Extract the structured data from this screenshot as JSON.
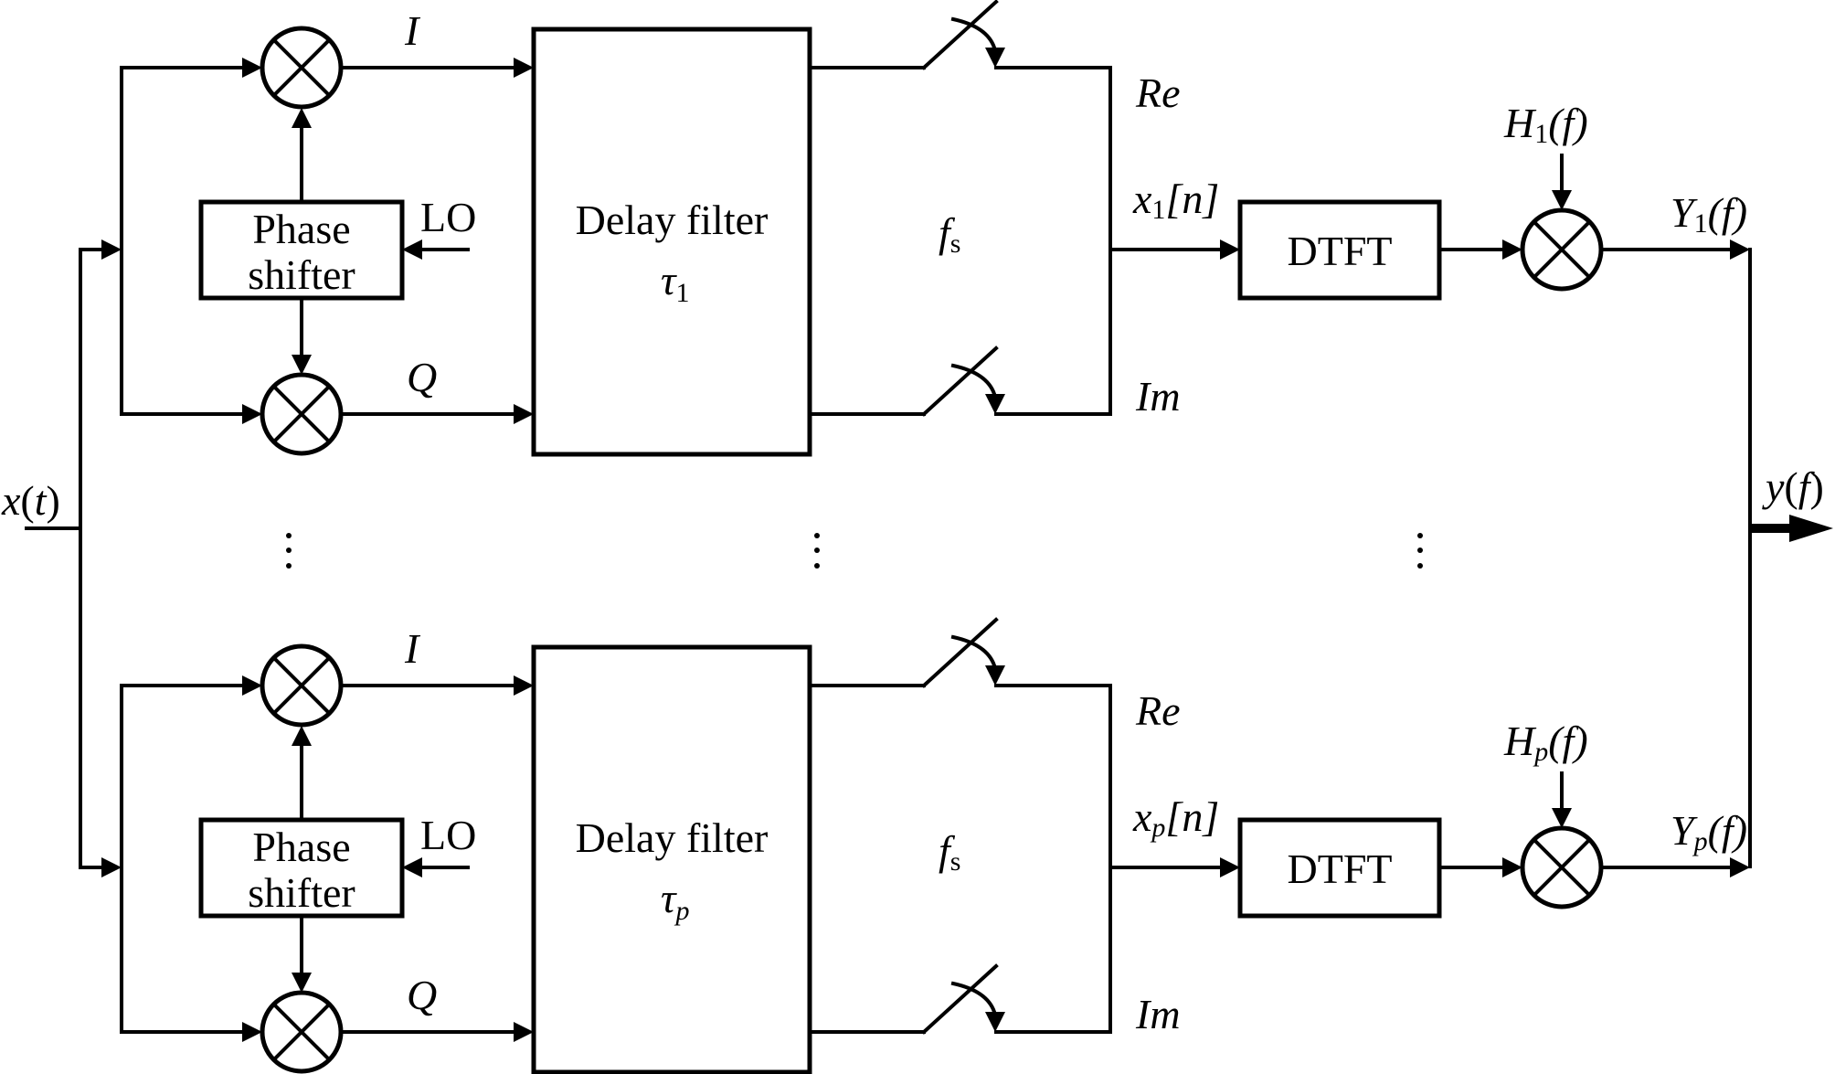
{
  "figure": {
    "title": "Channelized I/Q receiver with delay filters, sampling, DTFT and frequency-domain weighting",
    "input_label": {
      "main": "x",
      "paren_open": "(",
      "var": "t",
      "paren_close": ")"
    },
    "output_label": {
      "main": "y",
      "paren_open": "(",
      "var": "f",
      "paren_close": ")"
    },
    "ellipsis": "⋮",
    "branches": [
      {
        "id": "1",
        "in_phase_label": "I",
        "quadrature_label": "Q",
        "phase_shifter": {
          "line1": "Phase",
          "line2": "shifter"
        },
        "lo_label": "LO",
        "delay_filter": {
          "line1": "Delay filter",
          "tau": "τ",
          "tau_sub": "1"
        },
        "sampling": {
          "f": "f",
          "sub": "s"
        },
        "real_label": "Re",
        "imag_label": "Im",
        "discrete_signal": {
          "x": "x",
          "sub": "1",
          "rest": "[n]"
        },
        "dtft_label": "DTFT",
        "weight": {
          "H": "H",
          "sub": "1",
          "rest": "(f)"
        },
        "output_spectrum": {
          "Y": "Y",
          "sub": "1",
          "rest": "(f)"
        }
      },
      {
        "id": "p",
        "in_phase_label": "I",
        "quadrature_label": "Q",
        "phase_shifter": {
          "line1": "Phase",
          "line2": "shifter"
        },
        "lo_label": "LO",
        "delay_filter": {
          "line1": "Delay filter",
          "tau": "τ",
          "tau_sub": "p"
        },
        "sampling": {
          "f": "f",
          "sub": "s"
        },
        "real_label": "Re",
        "imag_label": "Im",
        "discrete_signal": {
          "x": "x",
          "sub": "p",
          "rest": "[n]"
        },
        "dtft_label": "DTFT",
        "weight": {
          "H": "H",
          "sub": "p",
          "rest": "(f)"
        },
        "output_spectrum": {
          "Y": "Y",
          "sub": "p",
          "rest": "(f)"
        }
      }
    ],
    "icons": {
      "mixer": "multiplier-circle-x-icon",
      "switch": "sampling-switch-icon"
    }
  }
}
